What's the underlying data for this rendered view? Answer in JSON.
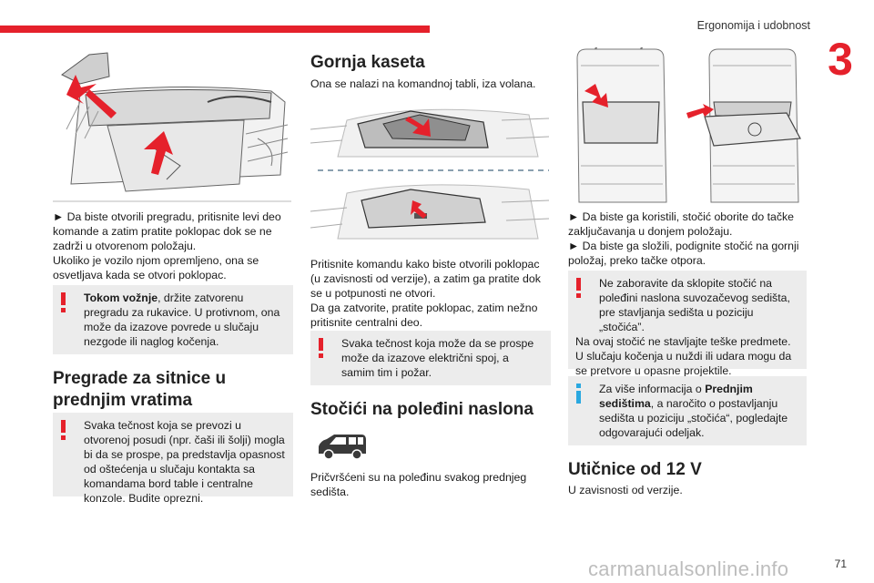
{
  "header": {
    "section_title": "Ergonomija i udobnost",
    "chapter_number": "3",
    "accent_color": "#e5212b"
  },
  "col1": {
    "instruction": "► Da biste otvorili pregradu, pritisnite levi deo komande a zatim pratite poklopac dok se ne zadrži u otvorenom položaju.",
    "note": "Ukoliko je vozilo njom opremljeno, ona se osvetljava kada se otvori poklopac.",
    "warning1_bold": "Tokom vožnje",
    "warning1_rest": ", držite zatvorenu pregradu za rukavice. U protivnom, ona može da izazove povrede u slučaju nezgode ili naglog kočenja.",
    "heading": "Pregrade za sitnice u prednjim vratima",
    "warning2": "Svaka tečnost koja se prevozi u otvorenoj posudi (npr. čaši ili šolji) mogla bi da se prospe, pa predstavlja opasnost od oštećenja u slučaju kontakta sa komandama bord table i centralne konzole. Budite oprezni."
  },
  "col2": {
    "heading": "Gornja kaseta",
    "intro": "Ona se nalazi na komandnoj tabli, iza volana.",
    "instruction": "Pritisnite komandu kako biste otvorili poklopac (u zavisnosti od verzije), a zatim ga pratite dok se u potpunosti ne otvori.",
    "closing": "Da ga zatvorite, pratite poklopac, zatim nežno pritisnite centralni deo.",
    "warning": "Svaka tečnost koja može da se prospe može da izazove električni spoj, a samim tim i požar.",
    "heading2": "Stočići na poleđini naslona",
    "body2": "Pričvršćeni su na poleđinu svakog prednjeg sedišta."
  },
  "col3": {
    "instruction1": "► Da biste ga koristili, stočić oborite do tačke zaključavanja u donjem položaju.",
    "instruction2": "► Da biste ga složili, podignite stočić na gornji položaj, preko tačke otpora.",
    "warning": "Ne zaboravite da sklopite stočić na poleđini naslona suvozačevog sedišta, pre stavljanja sedišta u poziciju „stočića”.",
    "warning_cont": "Na ovaj stočić ne stavljajte teške predmete. U slučaju kočenja u nuždi ili udara mogu da se pretvore u opasne projektile.",
    "info_pre": "Za više informacija o ",
    "info_bold": "Prednjim sedištima",
    "info_post": ", a naročito o postavljanju sedišta u poziciju „stočića“, pogledajte odgovarajući odeljak.",
    "heading": "Utičnice od 12 V",
    "body": "U zavisnosti od verzije."
  },
  "footer": {
    "page_number": "71",
    "watermark": "carmanualsonline.info"
  }
}
